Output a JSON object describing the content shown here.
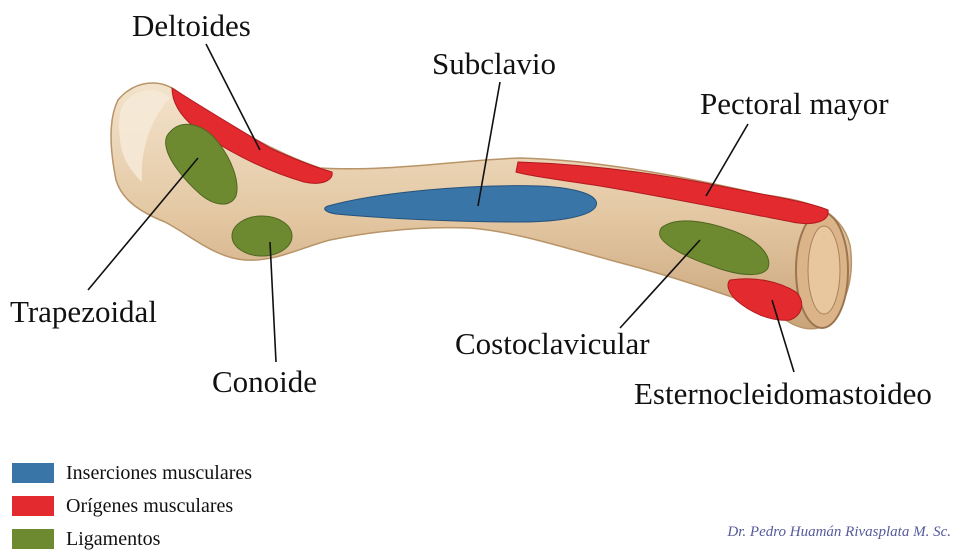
{
  "labels": {
    "deltoides": "Deltoides",
    "subclavio": "Subclavio",
    "pectoral_mayor": "Pectoral mayor",
    "trapezoidal": "Trapezoidal",
    "conoide": "Conoide",
    "costoclavicular": "Costoclavicular",
    "esternocleidomastoideo": "Esternocleidomastoideo"
  },
  "legend": {
    "items": [
      {
        "label": "Inserciones musculares",
        "color": "#3a75a8"
      },
      {
        "label": "Orígenes musculares",
        "color": "#e22a2f"
      },
      {
        "label": "Ligamentos",
        "color": "#6e8a30"
      }
    ]
  },
  "credit": "Dr. Pedro Huamán Rivasplata M. Sc.",
  "colors": {
    "bone": "#e3c7a2",
    "bone_shadow": "#c9a47a",
    "origin_red": "#e22a2f",
    "insertion_blue": "#3a75a8",
    "ligament_green": "#6e8a30",
    "leader_line": "#111111",
    "credit_text": "#555a9a"
  }
}
